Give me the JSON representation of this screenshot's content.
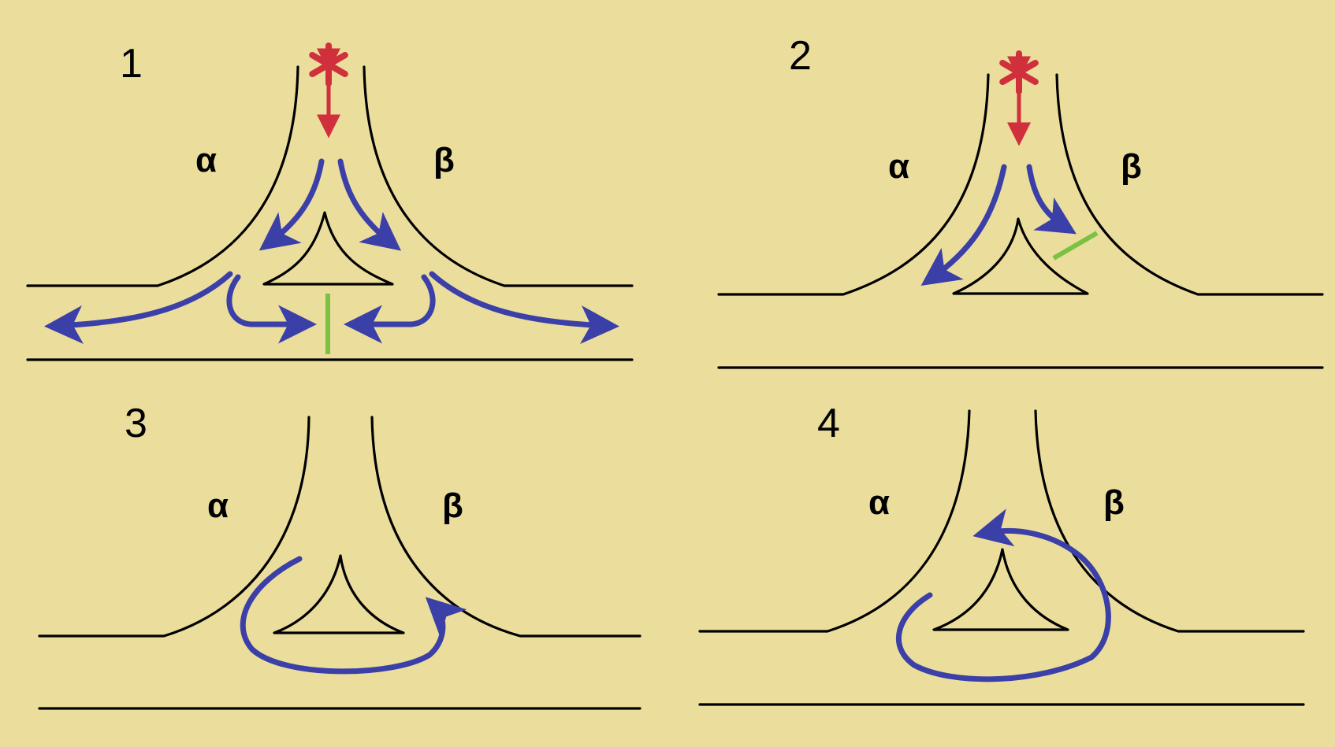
{
  "colors": {
    "background": "#ebdd9c",
    "vessel_wall": "#000000",
    "flow_arrow": "#3b3fa8",
    "pressure_source": "#d0303c",
    "obstruction": "#7cc242"
  },
  "panels": [
    {
      "number": "1",
      "left_label": "α",
      "right_label": "β"
    },
    {
      "number": "2",
      "left_label": "α",
      "right_label": "β"
    },
    {
      "number": "3",
      "left_label": "α",
      "right_label": "β"
    },
    {
      "number": "4",
      "left_label": "α",
      "right_label": "β"
    }
  ]
}
